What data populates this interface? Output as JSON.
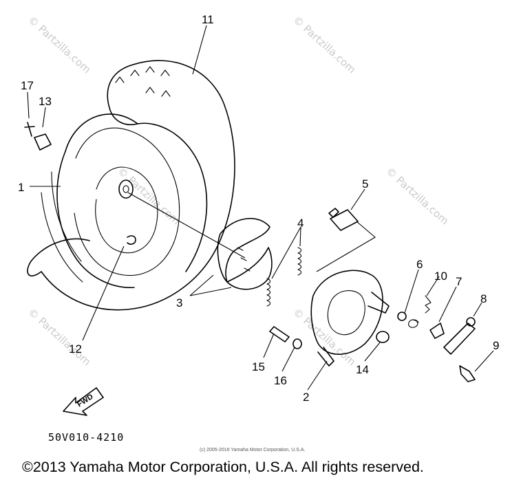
{
  "watermarks": [
    "© Partzilla.com",
    "© Partzilla.com",
    "© Partzilla.com",
    "© Partzilla.com",
    "© Partzilla.com",
    "© Partzilla.com"
  ],
  "callouts": [
    "1",
    "2",
    "3",
    "4",
    "5",
    "6",
    "7",
    "8",
    "9",
    "10",
    "11",
    "12",
    "13",
    "14",
    "15",
    "16",
    "17"
  ],
  "fwd_arrow": "FWD",
  "drawing_code": "50V010-4210",
  "small_copyright": "(c) 2005-2016 Yamaha Motor Corporation, U.S.A.",
  "footer_copyright": "©2013 Yamaha Motor Corporation, U.S.A. All rights reserved."
}
